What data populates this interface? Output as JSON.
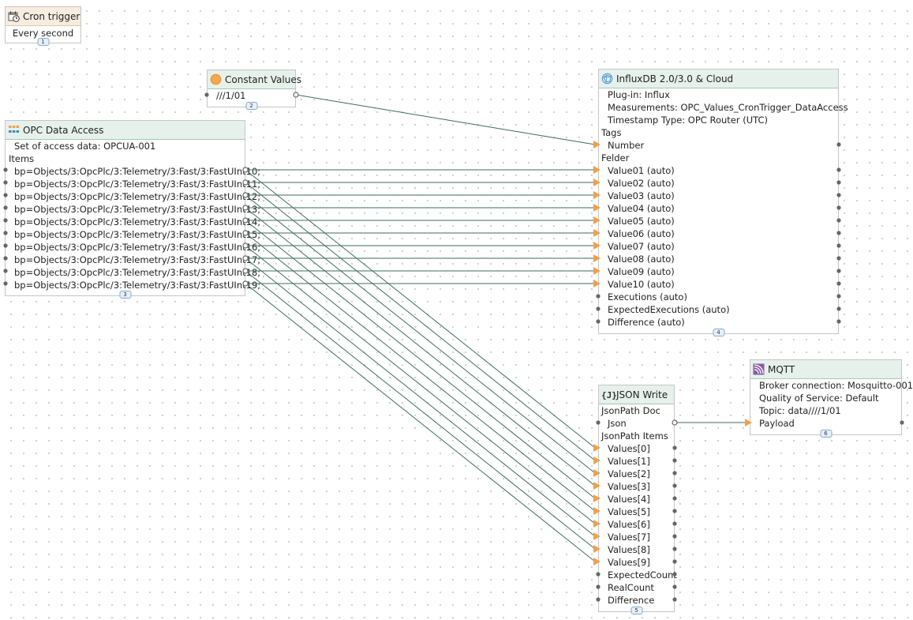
{
  "nodes": {
    "cron": {
      "title": "Cron trigger",
      "schedule": "Every second",
      "badge": "1"
    },
    "constant": {
      "title": "Constant Values",
      "value": "///1/01",
      "badge": "2"
    },
    "opc": {
      "title": "OPC Data Access",
      "access": "Set of access data: OPCUA-001",
      "items_label": "Items",
      "items": [
        "bp=Objects/3:OpcPlc/3:Telemetry/3:Fast/3:FastUInt10;",
        "bp=Objects/3:OpcPlc/3:Telemetry/3:Fast/3:FastUInt11;",
        "bp=Objects/3:OpcPlc/3:Telemetry/3:Fast/3:FastUInt12;",
        "bp=Objects/3:OpcPlc/3:Telemetry/3:Fast/3:FastUInt13;",
        "bp=Objects/3:OpcPlc/3:Telemetry/3:Fast/3:FastUInt14;",
        "bp=Objects/3:OpcPlc/3:Telemetry/3:Fast/3:FastUInt15;",
        "bp=Objects/3:OpcPlc/3:Telemetry/3:Fast/3:FastUInt16;",
        "bp=Objects/3:OpcPlc/3:Telemetry/3:Fast/3:FastUInt17;",
        "bp=Objects/3:OpcPlc/3:Telemetry/3:Fast/3:FastUInt18;",
        "bp=Objects/3:OpcPlc/3:Telemetry/3:Fast/3:FastUInt19;"
      ],
      "badge": "3"
    },
    "influx": {
      "title": "InfluxDB 2.0/3.0 & Cloud",
      "plugin": "Plug-in: Influx",
      "measurements": "Measurements: OPC_Values_CronTrigger_DataAccess",
      "timestamp": "Timestamp Type: OPC Router (UTC)",
      "tags_label": "Tags",
      "tag_number": "Number",
      "fields_label": "Felder",
      "fields": [
        "Value01 (auto)",
        "Value02 (auto)",
        "Value03 (auto)",
        "Value04 (auto)",
        "Value05 (auto)",
        "Value06 (auto)",
        "Value07 (auto)",
        "Value08 (auto)",
        "Value09 (auto)",
        "Value10 (auto)"
      ],
      "extras": [
        "Executions (auto)",
        "ExpectedExecutions (auto)",
        "Difference (auto)"
      ],
      "badge": "4"
    },
    "json": {
      "title": "JSON Write",
      "doc_label": "JsonPath Doc",
      "json_label": "Json",
      "items_label": "JsonPath Items",
      "values": [
        "Values[0]",
        "Values[1]",
        "Values[2]",
        "Values[3]",
        "Values[4]",
        "Values[5]",
        "Values[6]",
        "Values[7]",
        "Values[8]",
        "Values[9]"
      ],
      "extras": [
        "ExpectedCount",
        "RealCount",
        "Difference"
      ],
      "badge": "5"
    },
    "mqtt": {
      "title": "MQTT",
      "broker": "Broker connection: Mosquitto-001",
      "qos": "Quality of Service: Default",
      "topic": "Topic: data////1/01",
      "payload_label": "Payload",
      "badge": "6"
    }
  },
  "colors": {
    "wire": "#3f6b5c",
    "arrow": "#f0a04b",
    "port": "#666666",
    "header": "#e6f1eb",
    "cron_header": "#f7ecdf"
  },
  "icons": {
    "cron": "calendar-clock-icon",
    "constant": "orange-circle-icon",
    "opc": "opc-grid-icon",
    "influx": "influx-globe-icon",
    "json": "json-braces-icon",
    "mqtt": "mqtt-signal-icon"
  }
}
